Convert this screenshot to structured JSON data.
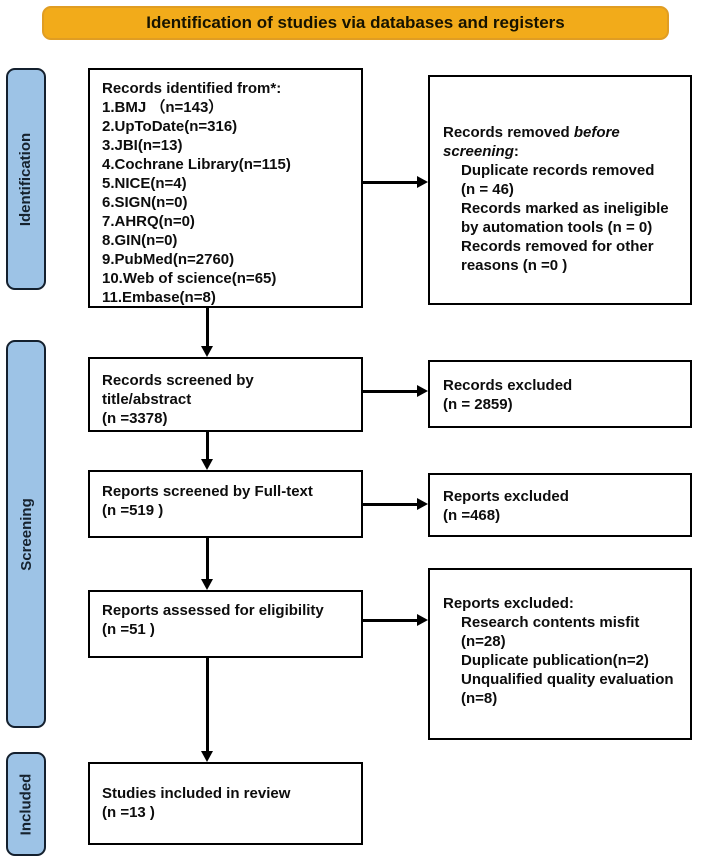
{
  "title": "Identification of studies via databases and registers",
  "colors": {
    "title_bg": "#F2AB1A",
    "title_border": "#E09D23",
    "sidebar_bg": "#9DC3E6",
    "box_border": "#000000",
    "arrow": "#000000"
  },
  "sidebar": {
    "identification": "Identification",
    "screening": "Screening",
    "included": "Included"
  },
  "boxes": {
    "identified": {
      "lines": [
        "Records identified from*:",
        "1.BMJ （n=143）",
        "2.UpToDate(n=316)",
        "3.JBI(n=13)",
        "4.Cochrane Library(n=115)",
        "5.NICE(n=4)",
        "6.SIGN(n=0)",
        "7.AHRQ(n=0)",
        "8.GIN(n=0)",
        "9.PubMed(n=2760)",
        "10.Web of science(n=65)",
        "11.Embase(n=8)"
      ]
    },
    "removed": {
      "heading_l1_normal": "Records removed ",
      "heading_l1_italic": "before",
      "heading_l2_italic": "screening",
      "heading_l2_normal": ":",
      "items": [
        "Duplicate records removed",
        "(n = 46)",
        "Records marked as ineligible",
        "by automation tools (n = 0)",
        "Records removed for other",
        "reasons (n =0 )"
      ]
    },
    "screened": {
      "lines": [
        "Records screened by",
        "title/abstract",
        "(n =3378)"
      ]
    },
    "excluded1": {
      "lines": [
        "Records excluded",
        "(n = 2859)"
      ]
    },
    "fulltext": {
      "lines": [
        "Reports screened by Full-text",
        "(n =519 )"
      ]
    },
    "excluded2": {
      "lines": [
        "Reports excluded",
        "(n =468)"
      ]
    },
    "eligibility": {
      "lines": [
        "Reports assessed for eligibility",
        "(n =51 )"
      ]
    },
    "excluded3": {
      "heading": "Reports excluded:",
      "items": [
        "Research contents misfit",
        "(n=28)",
        "Duplicate publication(n=2)",
        "Unqualified quality evaluation",
        "(n=8)"
      ]
    },
    "included": {
      "lines": [
        "Studies included in review",
        "(n =13 )"
      ]
    }
  }
}
